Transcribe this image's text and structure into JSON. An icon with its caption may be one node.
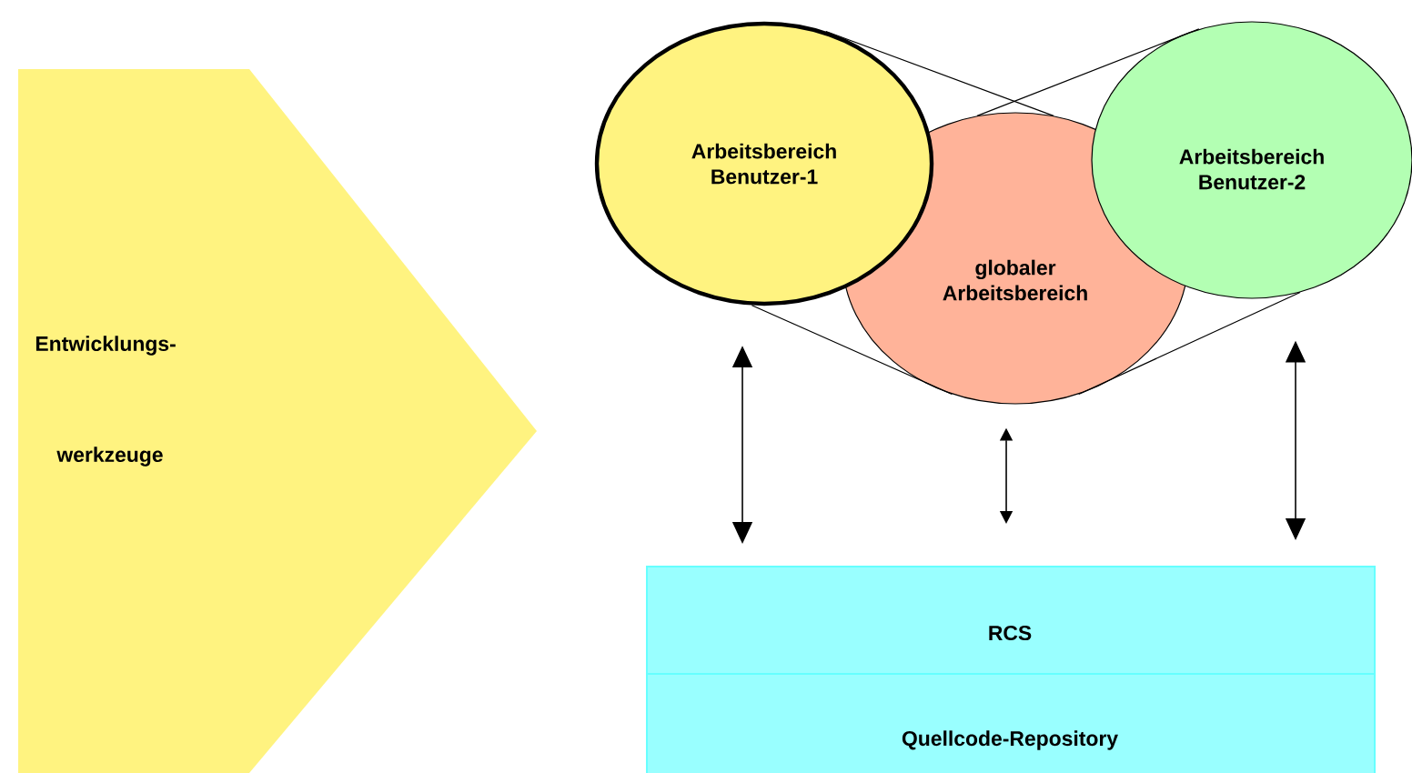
{
  "diagram": {
    "nodes": [
      {
        "text": [
          "Entwicklungs-",
          "werkzeuge"
        ]
      },
      {
        "text": [
          "Arbeitsbereich Benutzer-1"
        ]
      },
      {
        "text": [
          "globaler Arbeitsbereich"
        ]
      },
      {
        "text": [
          "Arbeitsbereich Benutzer-2"
        ]
      },
      {
        "text": [
          "RCS"
        ]
      },
      {
        "text": [
          "Quellcode-Repository"
        ]
      }
    ],
    "edges": [
      {
        "from": 1,
        "to": 2,
        "arrow": "none"
      },
      {
        "from": 1,
        "to": 2,
        "arrow": "none"
      },
      {
        "from": 3,
        "to": 2,
        "arrow": "none"
      },
      {
        "from": 3,
        "to": 2,
        "arrow": "none"
      },
      {
        "from": 1,
        "to": 4,
        "arrow": "both"
      },
      {
        "from": 2,
        "to": 4,
        "arrow": "both"
      },
      {
        "from": 3,
        "to": 4,
        "arrow": "both"
      }
    ]
  }
}
